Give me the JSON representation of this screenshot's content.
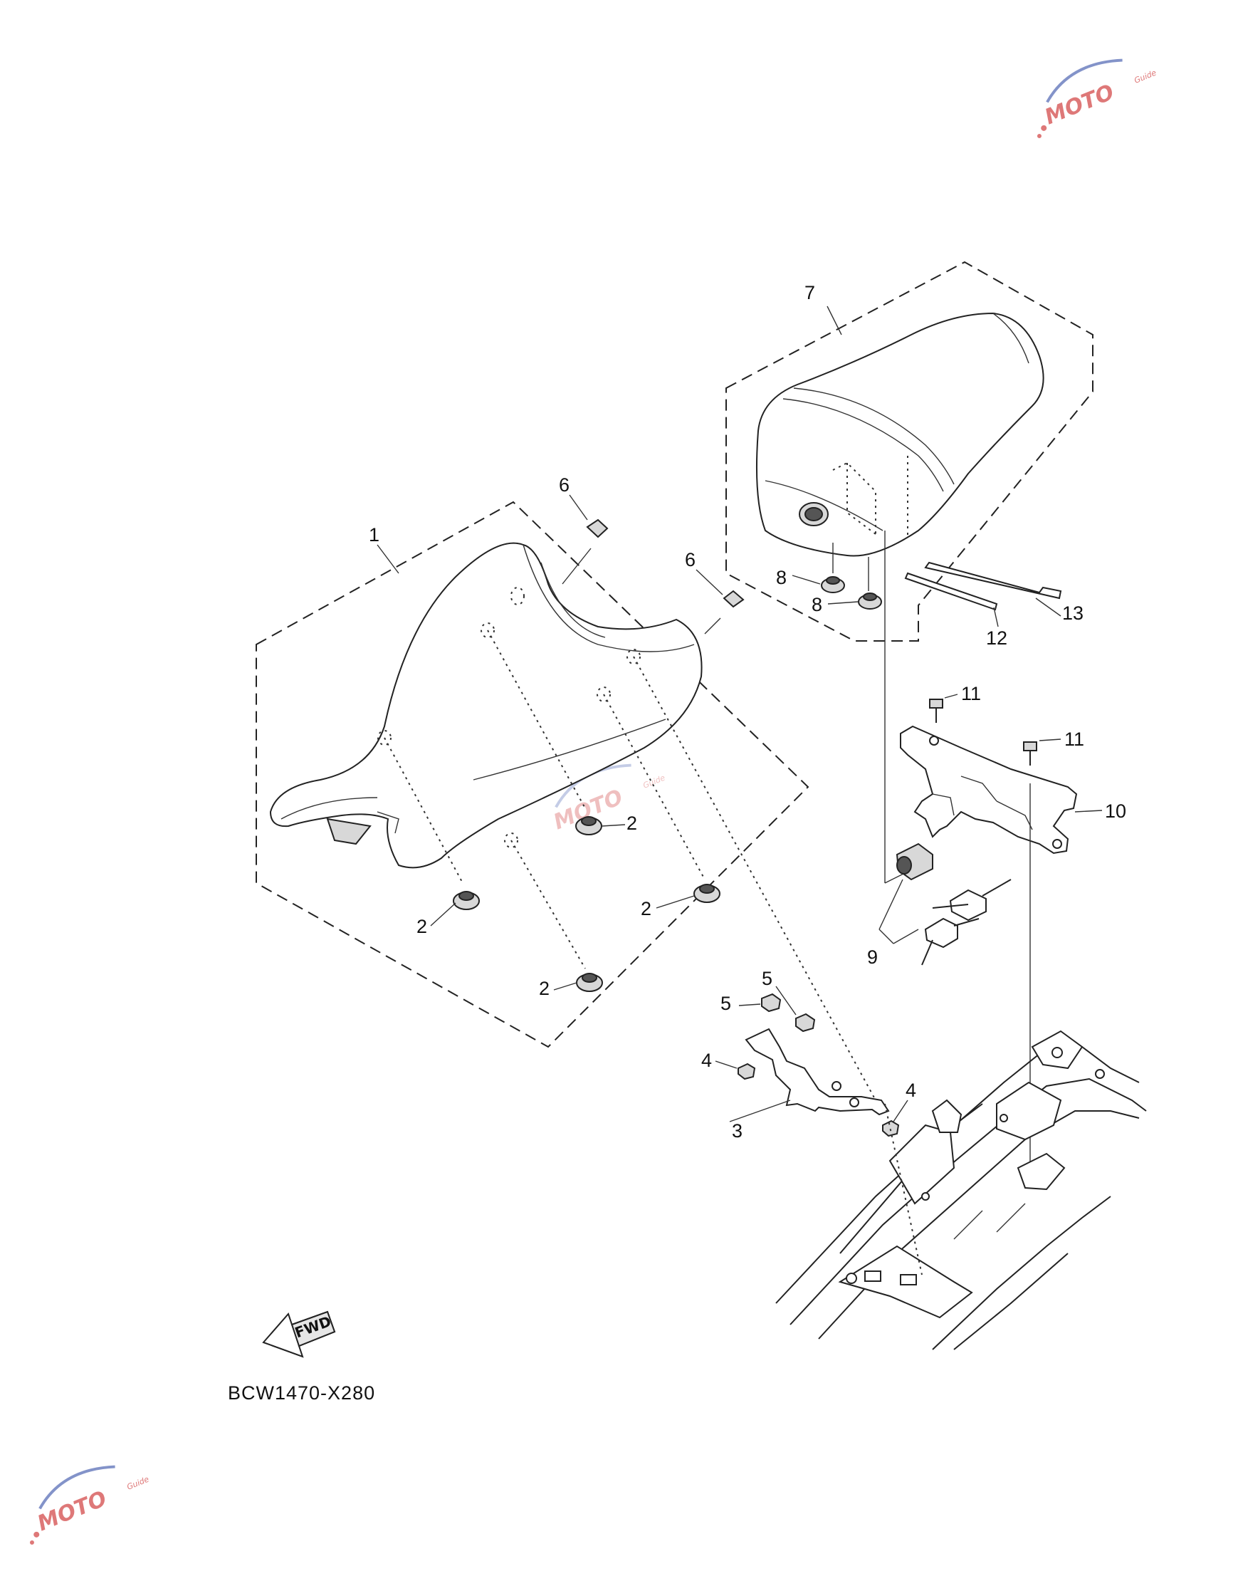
{
  "diagram_code": "BCW1470-X280",
  "direction_marker": "FWD",
  "watermark": {
    "brand": "MOTO",
    "sub": "Guide"
  },
  "callouts": {
    "c1": "1",
    "c2": "2",
    "c3": "3",
    "c4": "4",
    "c5": "5",
    "c6": "6",
    "c7": "7",
    "c8": "8",
    "c9": "9",
    "c10": "10",
    "c11": "11",
    "c12": "12",
    "c13": "13"
  },
  "colors": {
    "line": "#222222",
    "background": "#ffffff",
    "watermark_red": "#d44b4b",
    "watermark_blue": "#5a6fb8"
  }
}
